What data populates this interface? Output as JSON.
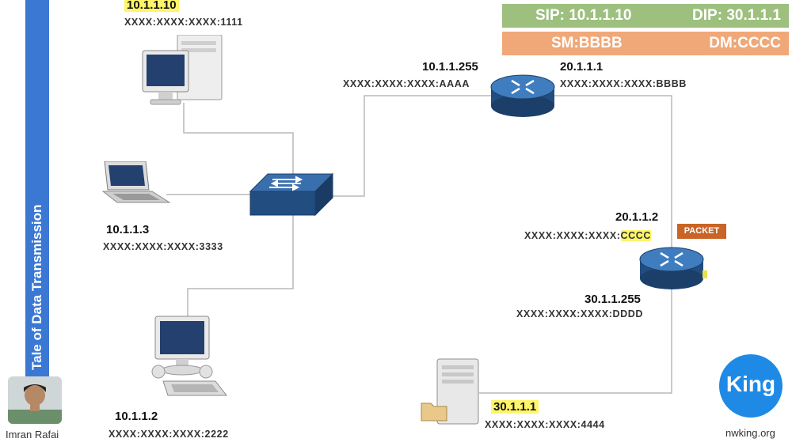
{
  "sidebar": {
    "title": "Tale of Data Transmission"
  },
  "header": {
    "sip": "SIP: 10.1.1.10",
    "dip": "DIP: 30.1.1.1",
    "sm": "SM:BBBB",
    "dm": "DM:CCCC",
    "colors": {
      "ip_row": "#9dc07f",
      "mac_row": "#f0a878"
    }
  },
  "hosts": {
    "pc1": {
      "ip": "10.1.1.10",
      "mac": "XXXX:XXXX:XXXX:1111"
    },
    "laptop": {
      "ip": "10.1.1.3",
      "mac": "XXXX:XXXX:XXXX:3333"
    },
    "pc2": {
      "ip": "10.1.1.2",
      "mac": "XXXX:XXXX:XXXX:2222"
    },
    "server": {
      "ip": "30.1.1.1",
      "mac": "XXXX:XXXX:XXXX:4444"
    }
  },
  "router1": {
    "left": {
      "ip": "10.1.1.255",
      "mac": "XXXX:XXXX:XXXX:AAAA"
    },
    "right": {
      "ip": "20.1.1.1",
      "mac": "XXXX:XXXX:XXXX:BBBB"
    }
  },
  "router2": {
    "top": {
      "ip": "20.1.1.2",
      "mac_prefix": "XXXX:XXXX:XXXX:",
      "mac_suffix": "CCCC"
    },
    "bottom": {
      "ip": "30.1.1.255",
      "mac": "XXXX:XXXX:XXXX:DDDD"
    }
  },
  "packet_label": "PACKET",
  "presenter": {
    "name": "Imran Rafai"
  },
  "brand": {
    "logo": "King",
    "site": "nwking.org",
    "color": "#1e8ae6"
  }
}
